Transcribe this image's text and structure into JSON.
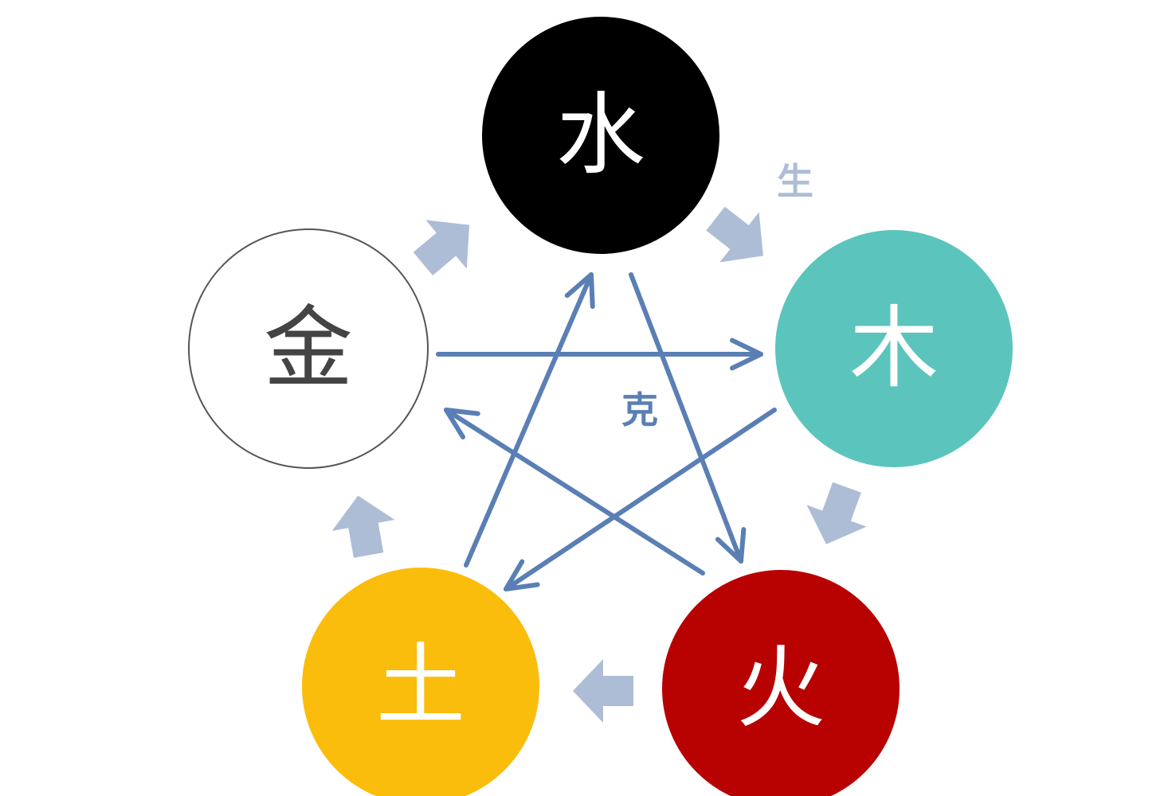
{
  "elements": [
    {
      "id": "water",
      "char": "水",
      "fill": "#000000",
      "stroke": "#000000",
      "text_color": "#ffffff"
    },
    {
      "id": "wood",
      "char": "木",
      "fill": "#5bc4bd",
      "stroke": "#5bc4bd",
      "text_color": "#ffffff"
    },
    {
      "id": "fire",
      "char": "火",
      "fill": "#b80202",
      "stroke": "#b80202",
      "text_color": "#ffffff"
    },
    {
      "id": "earth",
      "char": "土",
      "fill": "#fbbd0b",
      "stroke": "#fbbd0b",
      "text_color": "#ffffff"
    },
    {
      "id": "metal",
      "char": "金",
      "fill": "#ffffff",
      "stroke": "#555555",
      "text_color": "#444444"
    }
  ],
  "labels": {
    "generating": "生",
    "overcoming": "克"
  },
  "colors": {
    "generating_arrow": "#aebdd6",
    "overcoming_arrow": "#5a7fb4",
    "generating_label": "#aebdd6",
    "overcoming_label": "#5a7fb4"
  },
  "generating_cycle": [
    [
      "water",
      "wood"
    ],
    [
      "wood",
      "fire"
    ],
    [
      "fire",
      "earth"
    ],
    [
      "earth",
      "metal"
    ],
    [
      "metal",
      "water"
    ]
  ],
  "overcoming_cycle": [
    [
      "metal",
      "wood"
    ],
    [
      "wood",
      "earth"
    ],
    [
      "earth",
      "water"
    ],
    [
      "water",
      "fire"
    ],
    [
      "fire",
      "metal"
    ]
  ]
}
